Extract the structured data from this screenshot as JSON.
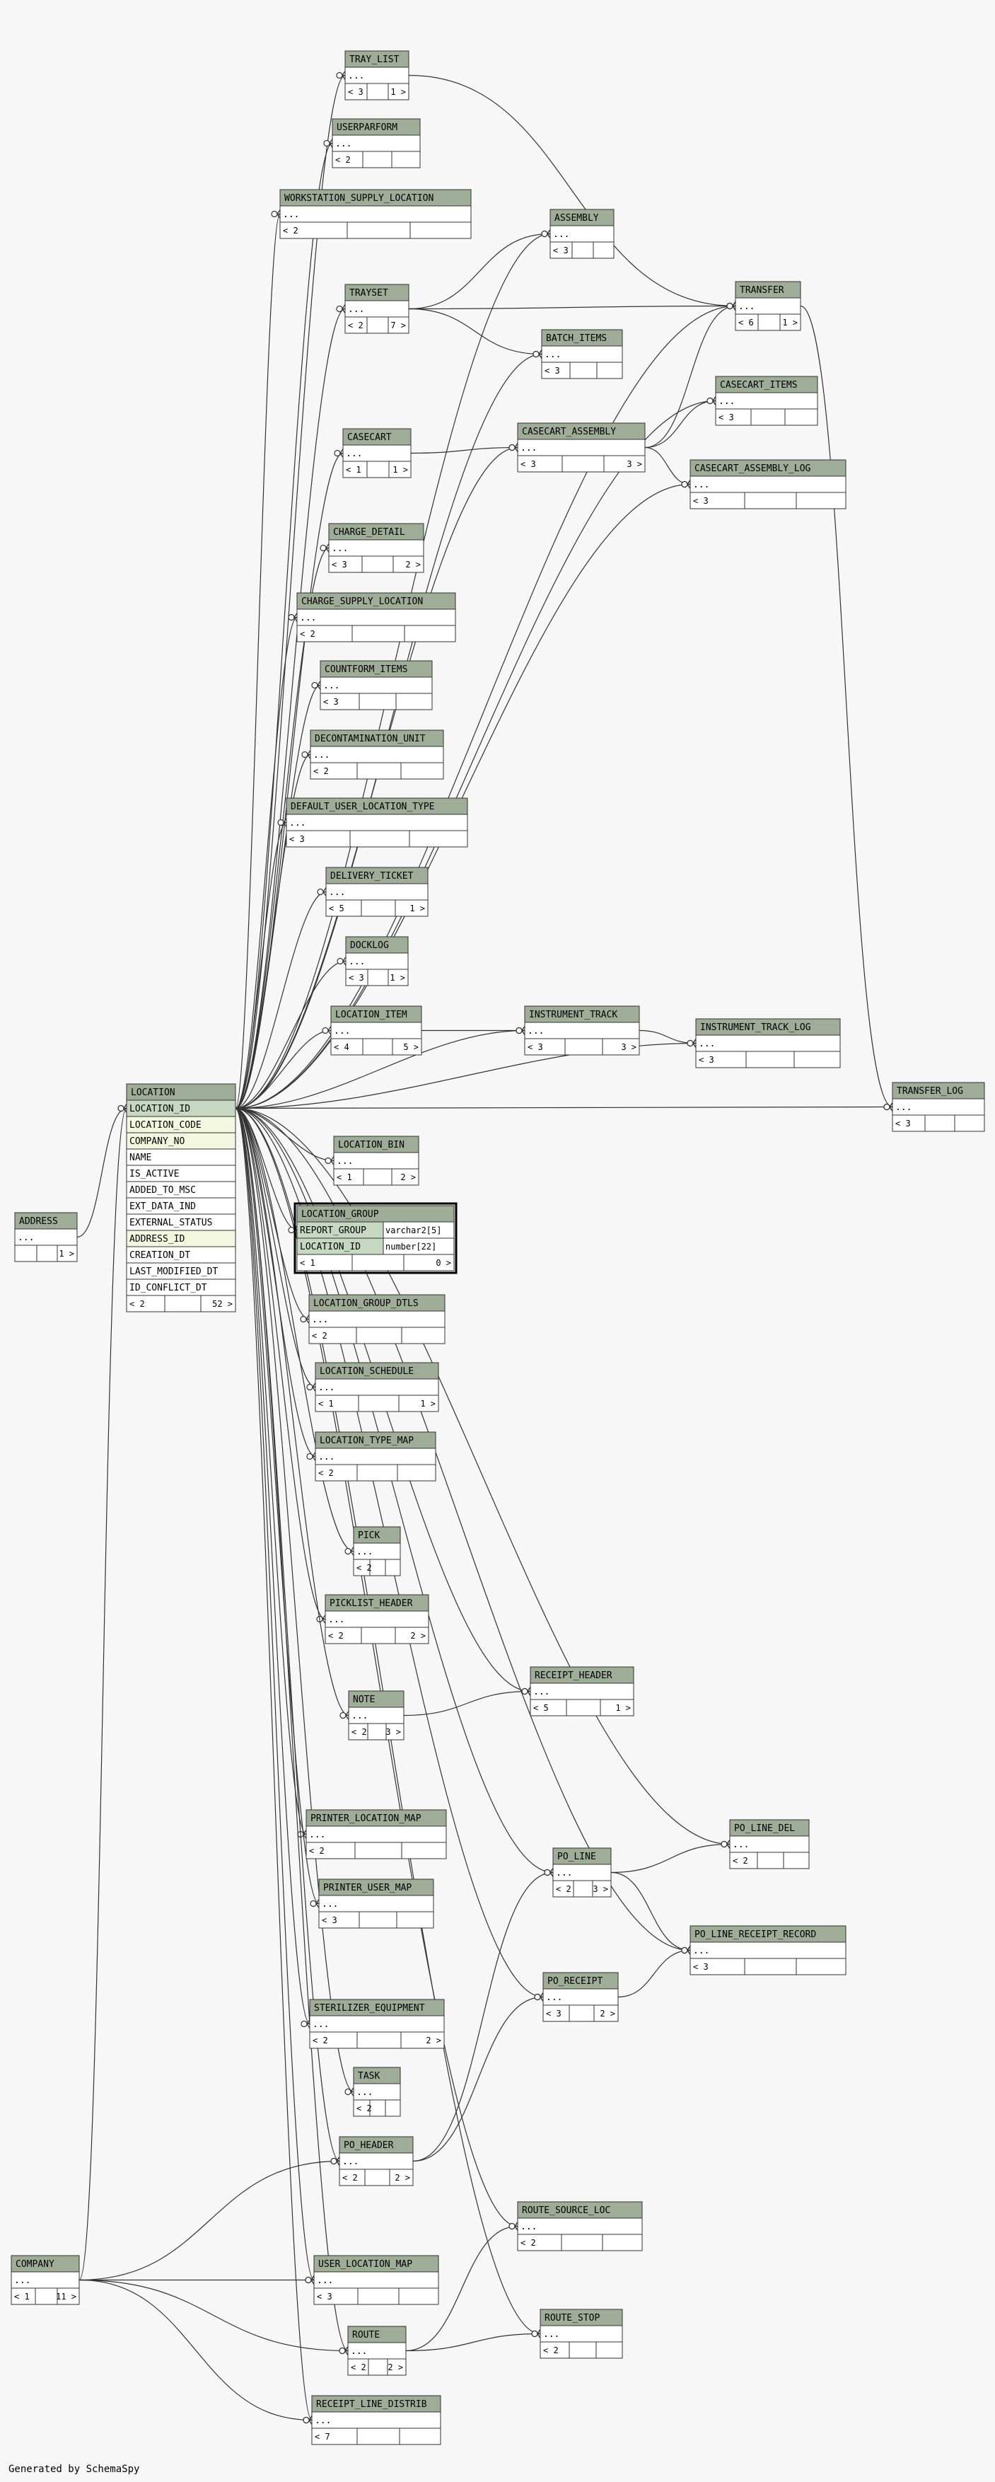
{
  "footer": "Generated by SchemaSpy",
  "tables": [
    {
      "id": "TRAY_LIST",
      "cols": [
        "..."
      ],
      "footer": [
        "< 3",
        "",
        "1 >"
      ]
    },
    {
      "id": "USERPARFORM",
      "cols": [
        "..."
      ],
      "footer": [
        "< 2",
        "",
        ""
      ]
    },
    {
      "id": "WORKSTATION_SUPPLY_LOCATION",
      "cols": [
        "..."
      ],
      "footer": [
        "< 2",
        "",
        ""
      ]
    },
    {
      "id": "ASSEMBLY",
      "cols": [
        "..."
      ],
      "footer": [
        "< 3",
        "",
        ""
      ]
    },
    {
      "id": "TRAYSET",
      "cols": [
        "..."
      ],
      "footer": [
        "< 2",
        "",
        "7 >"
      ]
    },
    {
      "id": "TRANSFER",
      "cols": [
        "..."
      ],
      "footer": [
        "< 6",
        "",
        "1 >"
      ]
    },
    {
      "id": "BATCH_ITEMS",
      "cols": [
        "..."
      ],
      "footer": [
        "< 3",
        "",
        ""
      ]
    },
    {
      "id": "CASECART_ITEMS",
      "cols": [
        "..."
      ],
      "footer": [
        "< 3",
        "",
        ""
      ]
    },
    {
      "id": "CASECART",
      "cols": [
        "..."
      ],
      "footer": [
        "< 1",
        "",
        "1 >"
      ]
    },
    {
      "id": "CASECART_ASSEMBLY",
      "cols": [
        "..."
      ],
      "footer": [
        "< 3",
        "",
        "3 >"
      ]
    },
    {
      "id": "CASECART_ASSEMBLY_LOG",
      "cols": [
        "..."
      ],
      "footer": [
        "< 3",
        "",
        ""
      ]
    },
    {
      "id": "CHARGE_DETAIL",
      "cols": [
        "..."
      ],
      "footer": [
        "< 3",
        "",
        "2 >"
      ]
    },
    {
      "id": "CHARGE_SUPPLY_LOCATION",
      "cols": [
        "..."
      ],
      "footer": [
        "< 2",
        "",
        ""
      ]
    },
    {
      "id": "COUNTFORM_ITEMS",
      "cols": [
        "..."
      ],
      "footer": [
        "< 3",
        "",
        ""
      ]
    },
    {
      "id": "DECONTAMINATION_UNIT",
      "cols": [
        "..."
      ],
      "footer": [
        "< 2",
        "",
        ""
      ]
    },
    {
      "id": "DEFAULT_USER_LOCATION_TYPE",
      "cols": [
        "..."
      ],
      "footer": [
        "< 3",
        "",
        ""
      ]
    },
    {
      "id": "DELIVERY_TICKET",
      "cols": [
        "..."
      ],
      "footer": [
        "< 5",
        "",
        "1 >"
      ]
    },
    {
      "id": "DOCKLOG",
      "cols": [
        "..."
      ],
      "footer": [
        "< 3",
        "",
        "1 >"
      ]
    },
    {
      "id": "LOCATION_ITEM",
      "cols": [
        "..."
      ],
      "footer": [
        "< 4",
        "",
        "5 >"
      ]
    },
    {
      "id": "INSTRUMENT_TRACK",
      "cols": [
        "..."
      ],
      "footer": [
        "< 3",
        "",
        "3 >"
      ]
    },
    {
      "id": "INSTRUMENT_TRACK_LOG",
      "cols": [
        "..."
      ],
      "footer": [
        "< 3",
        "",
        ""
      ]
    },
    {
      "id": "TRANSFER_LOG",
      "cols": [
        "..."
      ],
      "footer": [
        "< 3",
        "",
        ""
      ]
    },
    {
      "id": "LOCATION",
      "cols": [
        "LOCATION_ID",
        "LOCATION_CODE",
        "COMPANY_NO",
        "NAME",
        "IS_ACTIVE",
        "ADDED_TO_MSC",
        "EXT_DATA_IND",
        "EXTERNAL_STATUS",
        "ADDRESS_ID",
        "CREATION_DT",
        "LAST_MODIFIED_DT",
        "ID_CONFLICT_DT"
      ],
      "footer": [
        "< 2",
        "",
        "52 >"
      ]
    },
    {
      "id": "LOCATION_BIN",
      "cols": [
        "..."
      ],
      "footer": [
        "< 1",
        "",
        "2 >"
      ]
    },
    {
      "id": "ADDRESS",
      "cols": [
        "..."
      ],
      "footer": [
        "",
        "",
        "1 >"
      ]
    },
    {
      "id": "LOCATION_GROUP",
      "cols": [
        "REPORT_GROUP",
        "LOCATION_ID"
      ],
      "types": [
        "varchar2[5]",
        "number[22]"
      ],
      "footer": [
        "< 1",
        "",
        "0 >"
      ]
    },
    {
      "id": "LOCATION_GROUP_DTLS",
      "cols": [
        "..."
      ],
      "footer": [
        "< 2",
        "",
        ""
      ]
    },
    {
      "id": "LOCATION_SCHEDULE",
      "cols": [
        "..."
      ],
      "footer": [
        "< 1",
        "",
        "1 >"
      ]
    },
    {
      "id": "LOCATION_TYPE_MAP",
      "cols": [
        "..."
      ],
      "footer": [
        "< 2",
        "",
        ""
      ]
    },
    {
      "id": "PICK",
      "cols": [
        "..."
      ],
      "footer": [
        "< 2",
        "",
        ""
      ]
    },
    {
      "id": "PICKLIST_HEADER",
      "cols": [
        "..."
      ],
      "footer": [
        "< 2",
        "",
        "2 >"
      ]
    },
    {
      "id": "RECEIPT_HEADER",
      "cols": [
        "..."
      ],
      "footer": [
        "< 5",
        "",
        "1 >"
      ]
    },
    {
      "id": "NOTE",
      "cols": [
        "..."
      ],
      "footer": [
        "< 2",
        "",
        "3 >"
      ]
    },
    {
      "id": "PO_LINE_DEL",
      "cols": [
        "..."
      ],
      "footer": [
        "< 2",
        "",
        ""
      ]
    },
    {
      "id": "PRINTER_LOCATION_MAP",
      "cols": [
        "..."
      ],
      "footer": [
        "< 2",
        "",
        ""
      ]
    },
    {
      "id": "PO_LINE",
      "cols": [
        "..."
      ],
      "footer": [
        "< 2",
        "",
        "3 >"
      ]
    },
    {
      "id": "PRINTER_USER_MAP",
      "cols": [
        "..."
      ],
      "footer": [
        "< 3",
        "",
        ""
      ]
    },
    {
      "id": "PO_LINE_RECEIPT_RECORD",
      "cols": [
        "..."
      ],
      "footer": [
        "< 3",
        "",
        ""
      ]
    },
    {
      "id": "PO_RECEIPT",
      "cols": [
        "..."
      ],
      "footer": [
        "< 3",
        "",
        "2 >"
      ]
    },
    {
      "id": "STERILIZER_EQUIPMENT",
      "cols": [
        "..."
      ],
      "footer": [
        "< 2",
        "",
        "2 >"
      ]
    },
    {
      "id": "TASK",
      "cols": [
        "..."
      ],
      "footer": [
        "< 2",
        "",
        ""
      ]
    },
    {
      "id": "PO_HEADER",
      "cols": [
        "..."
      ],
      "footer": [
        "< 2",
        "",
        "2 >"
      ]
    },
    {
      "id": "ROUTE_SOURCE_LOC",
      "cols": [
        "..."
      ],
      "footer": [
        "< 2",
        "",
        ""
      ]
    },
    {
      "id": "COMPANY",
      "cols": [
        "..."
      ],
      "footer": [
        "< 1",
        "",
        "11 >"
      ]
    },
    {
      "id": "USER_LOCATION_MAP",
      "cols": [
        "..."
      ],
      "footer": [
        "< 3",
        "",
        ""
      ]
    },
    {
      "id": "ROUTE",
      "cols": [
        "..."
      ],
      "footer": [
        "< 2",
        "",
        "2 >"
      ]
    },
    {
      "id": "ROUTE_STOP",
      "cols": [
        "..."
      ],
      "footer": [
        "< 2",
        "",
        ""
      ]
    },
    {
      "id": "RECEIPT_LINE_DISTRIB",
      "cols": [
        "..."
      ],
      "footer": [
        "< 7",
        "",
        ""
      ]
    }
  ]
}
